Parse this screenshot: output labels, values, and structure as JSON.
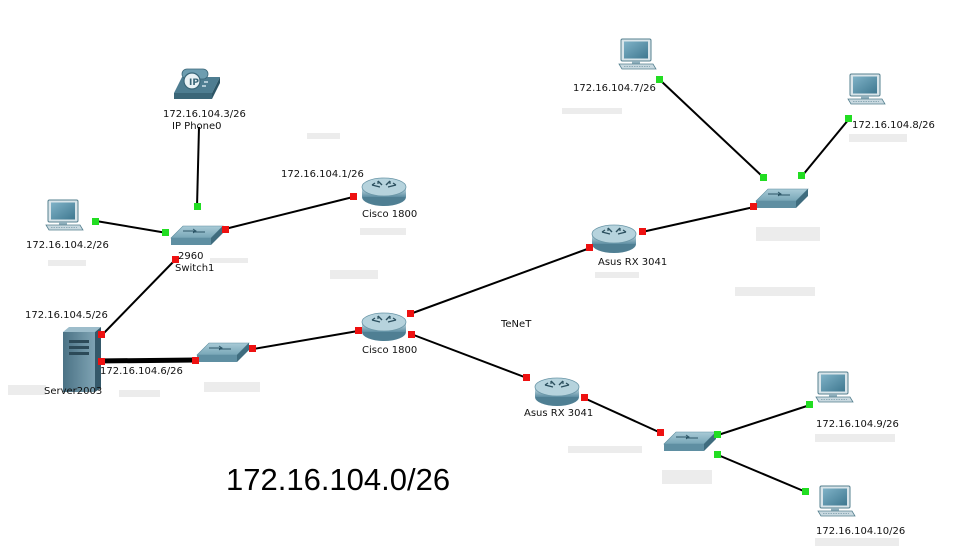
{
  "network": {
    "address": "172.16.104.0/26",
    "name": "TeNeT"
  },
  "devices": {
    "ip_phone": {
      "ip": "172.16.104.3/26",
      "name": "IP Phone0"
    },
    "router_top": {
      "ip": "172.16.104.1/26",
      "name": "Cisco 1800"
    },
    "pc_left": {
      "ip": "172.16.104.2/26"
    },
    "switch1": {
      "model": "2960",
      "name": "Switch1"
    },
    "server": {
      "ip": "172.16.104.5/26",
      "link_ip": "172.16.104.6/26",
      "name": "Server2003"
    },
    "router_center": {
      "name": "Cisco 1800"
    },
    "asus_top": {
      "name": "Asus RX 3041"
    },
    "asus_bottom": {
      "name": "Asus RX 3041"
    },
    "pc_7": {
      "ip": "172.16.104.7/26"
    },
    "pc_8": {
      "ip": "172.16.104.8/26"
    },
    "pc_9": {
      "ip": "172.16.104.9/26"
    },
    "pc_10": {
      "ip": "172.16.104.10/26"
    }
  },
  "colors": {
    "link": "#000000",
    "port_up": "#22dd22",
    "port_down": "#ee1111",
    "device_accent": "#5f8fa2"
  }
}
